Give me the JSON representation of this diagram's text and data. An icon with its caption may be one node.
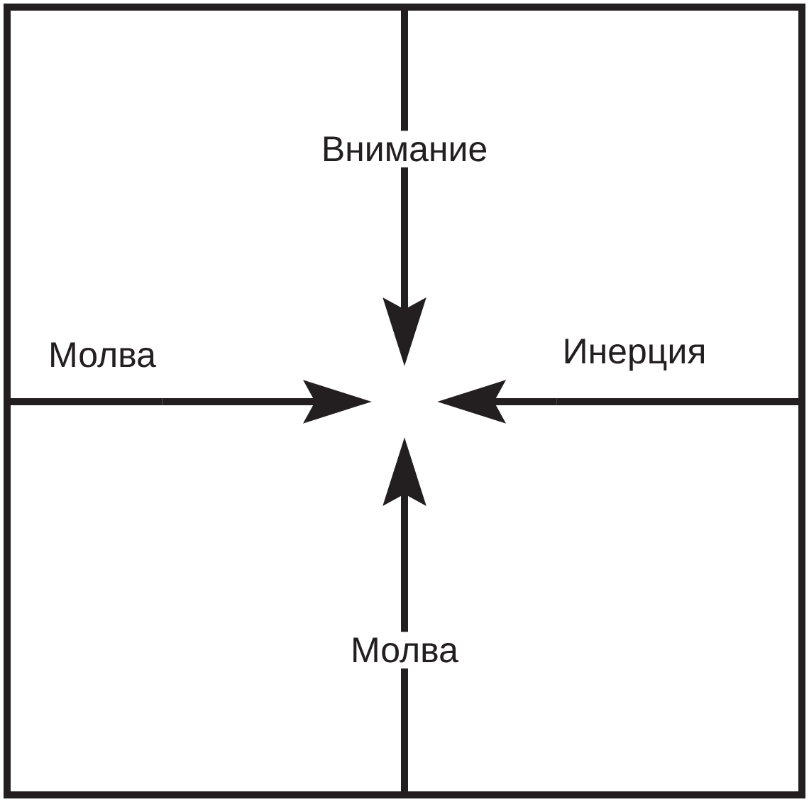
{
  "diagram": {
    "nodes": [
      {
        "text": [
          "Внимание"
        ]
      },
      {
        "text": [
          "Молва"
        ]
      },
      {
        "text": [
          "Инерция"
        ]
      },
      {
        "text": [
          "Молва"
        ]
      }
    ],
    "edges": [
      {
        "from": 0,
        "to": null,
        "arrow": "to"
      },
      {
        "from": 1,
        "to": null,
        "arrow": "to"
      },
      {
        "from": 2,
        "to": null,
        "arrow": "to"
      },
      {
        "from": 3,
        "to": null,
        "arrow": "to"
      }
    ]
  }
}
